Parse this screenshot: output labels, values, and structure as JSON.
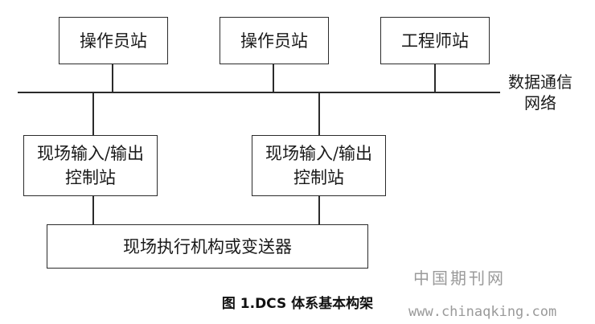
{
  "operator_station_1": {
    "label": "操作员站"
  },
  "operator_station_2": {
    "label": "操作员站"
  },
  "engineer_station": {
    "label": "工程师站"
  },
  "network": {
    "label_line1": "数据通信",
    "label_line2": "网络"
  },
  "field_station_1": {
    "label_line1": "现场输入/输出",
    "label_line2": "控制站"
  },
  "field_station_2": {
    "label_line1": "现场输入/输出",
    "label_line2": "控制站"
  },
  "actuator": {
    "label": "现场执行机构或变送器"
  },
  "caption": "图 1.DCS 体系基本构架",
  "watermark": {
    "site_name": "中国期刊网",
    "url": "www.chinaqking.com"
  }
}
